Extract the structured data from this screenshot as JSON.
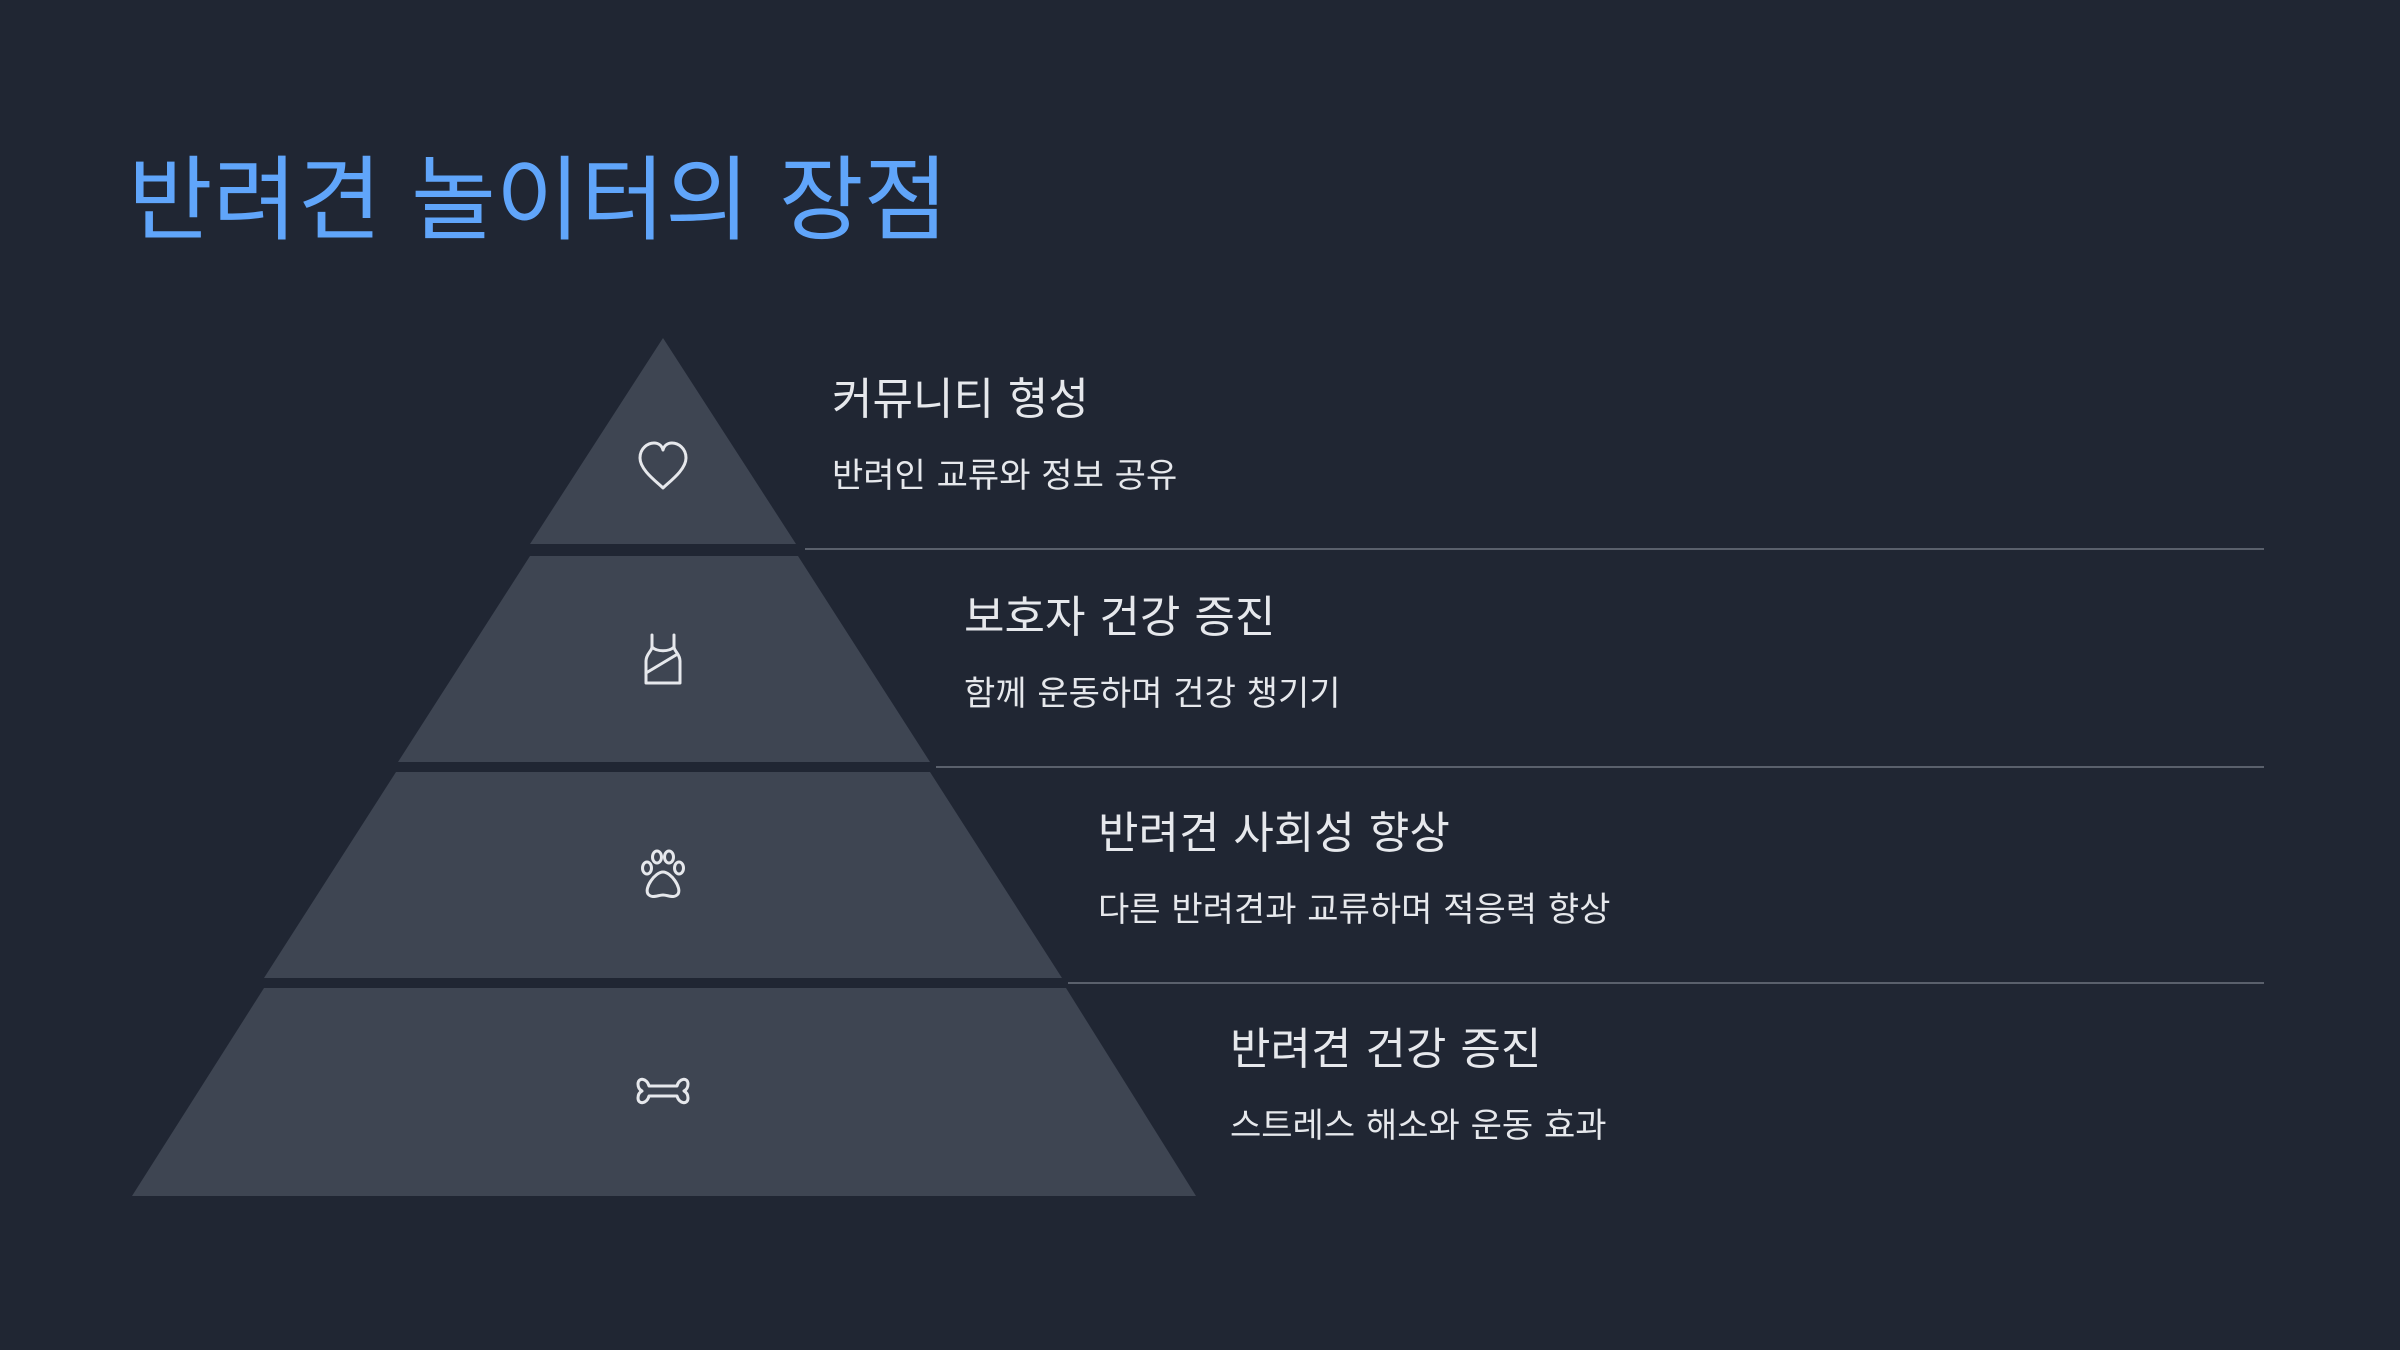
{
  "title": "반려견 놀이터의 장점",
  "colors": {
    "background": "#202633",
    "title": "#60A5FA",
    "tier_fill": "#3E4552",
    "divider": "#5A606C",
    "icon": "#E6E8EC",
    "text": "#E6E8EC"
  },
  "tiers": [
    {
      "title": "커뮤니티 형성",
      "description": "반려인 교류와 정보 공유",
      "icon": "heart-icon"
    },
    {
      "title": "보호자 건강 증진",
      "description": "함께 운동하며 건강 챙기기",
      "icon": "tank-top-icon"
    },
    {
      "title": "반려견 사회성 향상",
      "description": "다른 반려견과 교류하며 적응력 향상",
      "icon": "paw-icon"
    },
    {
      "title": "반려견 건강 증진",
      "description": "스트레스 해소와 운동 효과",
      "icon": "bone-icon"
    }
  ]
}
